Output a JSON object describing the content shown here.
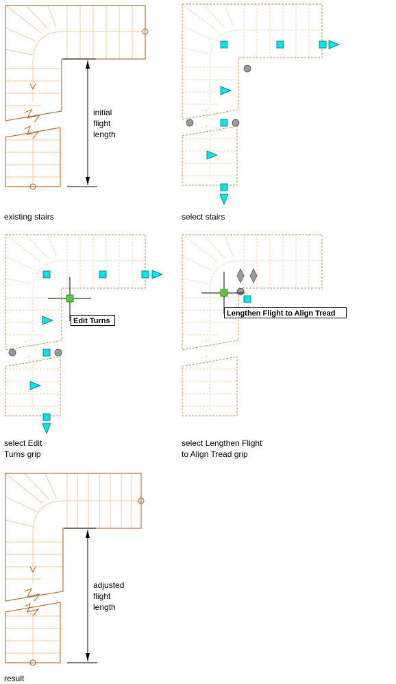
{
  "panels": [
    {
      "caption": [
        "existing stairs"
      ],
      "dimension_label": [
        "initial",
        "flight",
        "length"
      ]
    },
    {
      "caption": [
        "select stairs"
      ]
    },
    {
      "caption": [
        "select Edit",
        "Turns grip"
      ],
      "tooltip": "Edit Turns"
    },
    {
      "caption": [
        "select Lengthen Flight",
        "to Align Tread grip"
      ],
      "tooltip": "Lengthen Flight to Align Tread"
    },
    {
      "caption": [
        "result"
      ],
      "dimension_label": [
        "adjusted",
        "flight",
        "length"
      ]
    }
  ],
  "colors": {
    "stair_outline": "#b5743a",
    "tread_lines": "#f0c49a",
    "grip_square": "#00e5ee",
    "grip_active": "#55cc33",
    "grip_circle": "#9a9a9a"
  }
}
